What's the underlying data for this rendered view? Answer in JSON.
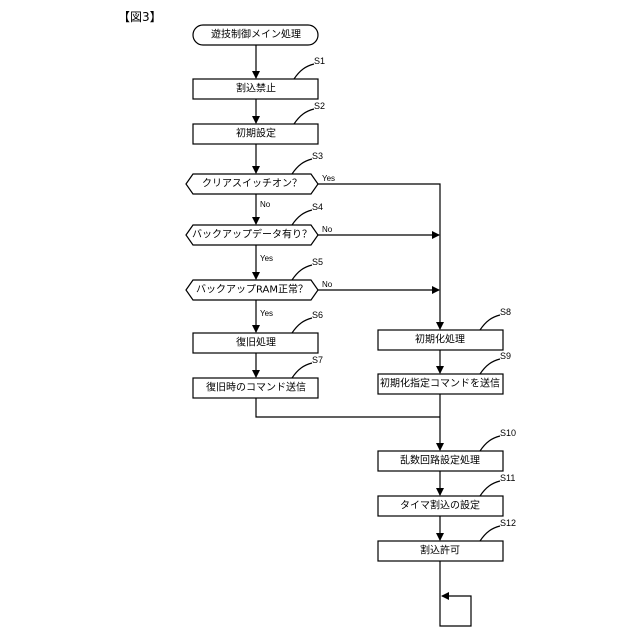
{
  "figure_label": "【図3】",
  "nodes": {
    "start": "遊技制御メイン処理",
    "s1": "割込禁止",
    "s2": "初期設定",
    "s3": "クリアスイッチオン？",
    "s4": "バックアップデータ有り？",
    "s5": "バックアップRAM正常？",
    "s6": "復旧処理",
    "s7": "復旧時のコマンド送信",
    "s8": "初期化処理",
    "s9": "初期化指定コマンドを送信",
    "s10": "乱数回路設定処理",
    "s11": "タイマ割込の設定",
    "s12": "割込許可"
  },
  "steps": {
    "s1": "S1",
    "s2": "S2",
    "s3": "S3",
    "s4": "S4",
    "s5": "S5",
    "s6": "S6",
    "s7": "S7",
    "s8": "S8",
    "s9": "S9",
    "s10": "S10",
    "s11": "S11",
    "s12": "S12"
  },
  "branches": {
    "s3_yes": "Yes",
    "s3_no": "No",
    "s4_no": "No",
    "s4_yes": "Yes",
    "s5_no": "No",
    "s5_yes": "Yes"
  }
}
